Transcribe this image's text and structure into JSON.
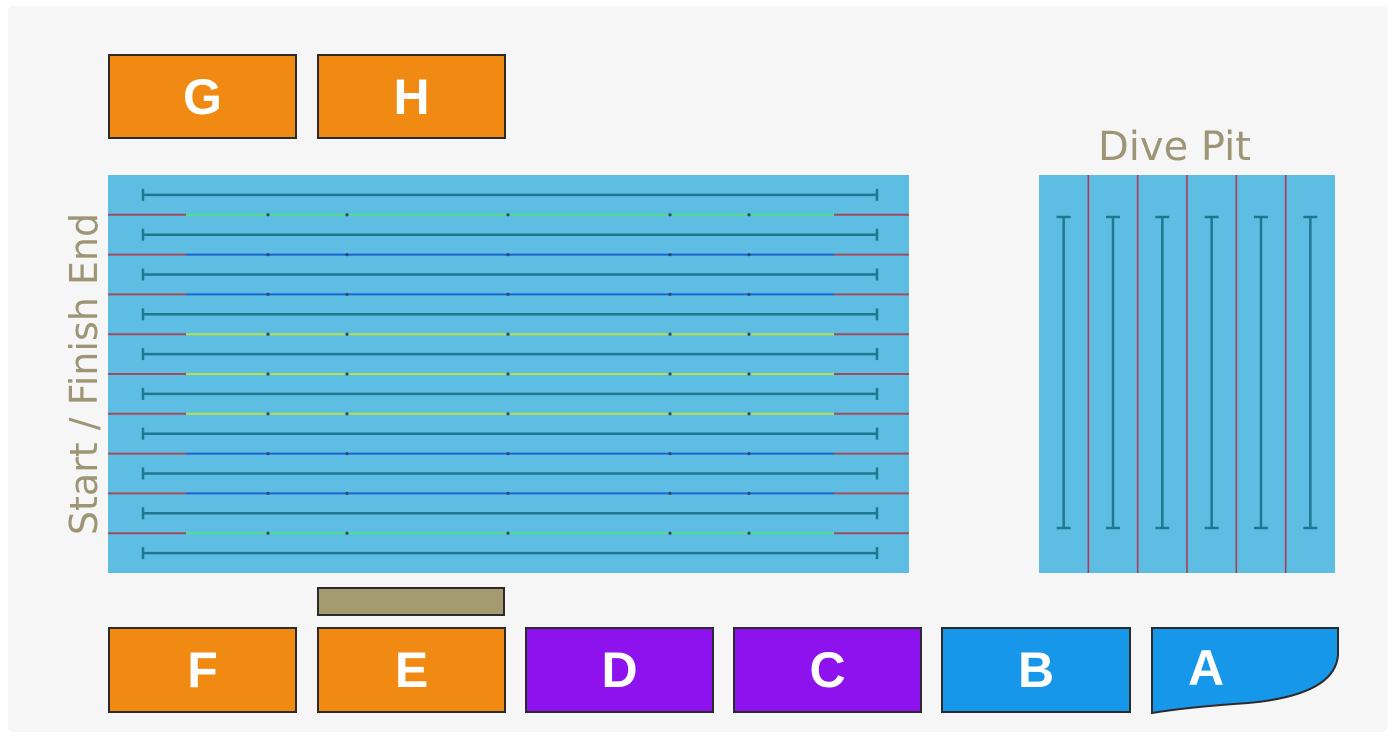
{
  "labels": {
    "start_finish": "Start / Finish End",
    "dive_pit": "Dive Pit"
  },
  "sections": {
    "G": {
      "label": "G",
      "color": "#f08a12"
    },
    "H": {
      "label": "H",
      "color": "#f08a12"
    },
    "F": {
      "label": "F",
      "color": "#f08a12"
    },
    "E": {
      "label": "E",
      "color": "#f08a12"
    },
    "D": {
      "label": "D",
      "color": "#8d12ee"
    },
    "C": {
      "label": "C",
      "color": "#8d12ee"
    },
    "B": {
      "label": "B",
      "color": "#1797ea"
    },
    "A": {
      "label": "A",
      "color": "#1797ea"
    }
  },
  "colors": {
    "water": "#5ebde2",
    "bench": "#a59b70",
    "lane_marker": "#1f7890",
    "dive_rope": "#b23a57",
    "rope_ends": "#a34b5e",
    "label_text": "#9d9575"
  },
  "pool": {
    "lane_count": 10,
    "rope_colors": [
      "#4fe08a",
      "#1b63d8",
      "#1b63d8",
      "#b8e04e",
      "#b8e04e",
      "#b8e04e",
      "#1b63d8",
      "#1b63d8",
      "#4fe08a"
    ]
  },
  "dive_pit": {
    "lane_count": 6
  }
}
